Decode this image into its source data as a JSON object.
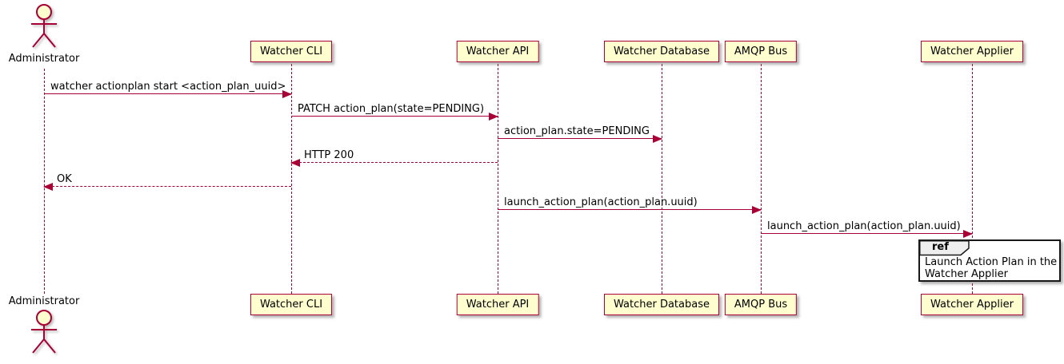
{
  "diagram": {
    "type": "sequence",
    "colors": {
      "accent": "#A80036",
      "participant_fill": "#FEFECE",
      "ref_header_fill": "#EEEEEE",
      "ref_border": "#181818",
      "background": "#FFFFFF"
    },
    "actor": {
      "name": "Administrator"
    },
    "participants": [
      {
        "name": "Watcher CLI"
      },
      {
        "name": "Watcher API"
      },
      {
        "name": "Watcher Database"
      },
      {
        "name": "AMQP Bus"
      },
      {
        "name": "Watcher Applier"
      }
    ],
    "messages": [
      {
        "from": "Administrator",
        "to": "Watcher CLI",
        "label": "watcher actionplan start <action_plan_uuid>",
        "style": "solid"
      },
      {
        "from": "Watcher CLI",
        "to": "Watcher API",
        "label": "PATCH action_plan(state=PENDING)",
        "style": "solid"
      },
      {
        "from": "Watcher API",
        "to": "Watcher Database",
        "label": "action_plan.state=PENDING",
        "style": "solid"
      },
      {
        "from": "Watcher API",
        "to": "Watcher CLI",
        "label": "HTTP 200",
        "style": "dashed"
      },
      {
        "from": "Watcher CLI",
        "to": "Administrator",
        "label": "OK",
        "style": "dashed"
      },
      {
        "from": "Watcher API",
        "to": "AMQP Bus",
        "label": "launch_action_plan(action_plan.uuid)",
        "style": "solid"
      },
      {
        "from": "AMQP Bus",
        "to": "Watcher Applier",
        "label": "launch_action_plan(action_plan.uuid)",
        "style": "solid"
      }
    ],
    "ref": {
      "keyword": "ref",
      "over": "Watcher Applier",
      "lines": [
        "Launch Action Plan in the",
        "Watcher Applier"
      ]
    }
  }
}
